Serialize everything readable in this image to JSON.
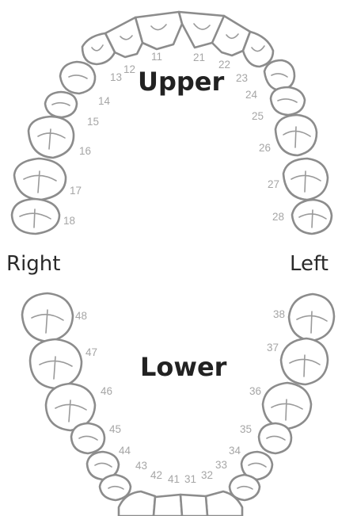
{
  "upper_label": "Upper",
  "lower_label": "Lower",
  "right_label": "Right",
  "left_label": "Left",
  "colors": {
    "outline": "#8c8c8c",
    "number": "#a6a6a6",
    "title": "#222222"
  },
  "teeth": {
    "t11": "11",
    "t12": "12",
    "t13": "13",
    "t14": "14",
    "t15": "15",
    "t16": "16",
    "t17": "17",
    "t18": "18",
    "t21": "21",
    "t22": "22",
    "t23": "23",
    "t24": "24",
    "t25": "25",
    "t26": "26",
    "t27": "27",
    "t28": "28",
    "t31": "31",
    "t32": "32",
    "t33": "33",
    "t34": "34",
    "t35": "35",
    "t36": "36",
    "t37": "37",
    "t38": "38",
    "t41": "41",
    "t42": "42",
    "t43": "43",
    "t44": "44",
    "t45": "45",
    "t46": "46",
    "t47": "47",
    "t48": "48"
  }
}
